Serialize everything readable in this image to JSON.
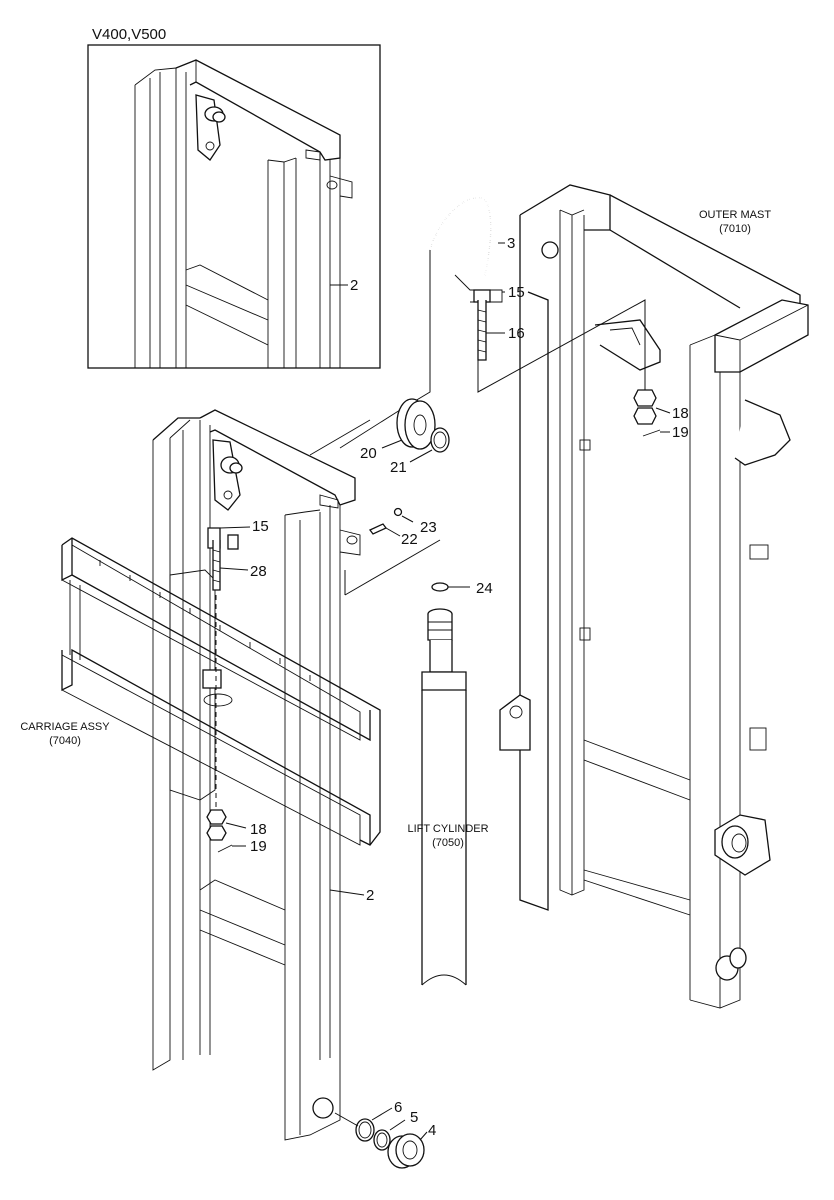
{
  "inset": {
    "title": "V400,V500",
    "callout": "2"
  },
  "assemblies": {
    "outer_mast": {
      "name": "OUTER MAST",
      "code": "(7010)"
    },
    "carriage": {
      "name": "CARRIAGE ASSY",
      "code": "(7040)"
    },
    "lift_cylinder": {
      "name": "LIFT CYLINDER",
      "code": "(7050)"
    }
  },
  "callouts": {
    "p3": "3",
    "p15_top": "15",
    "p16": "16",
    "p18_right": "18",
    "p19_right": "19",
    "p20": "20",
    "p21": "21",
    "p23": "23",
    "p22": "22",
    "p15_left": "15",
    "p28": "28",
    "p24": "24",
    "p18_left": "18",
    "p19_left": "19",
    "p2_main": "2",
    "p6": "6",
    "p5": "5",
    "p4": "4"
  }
}
